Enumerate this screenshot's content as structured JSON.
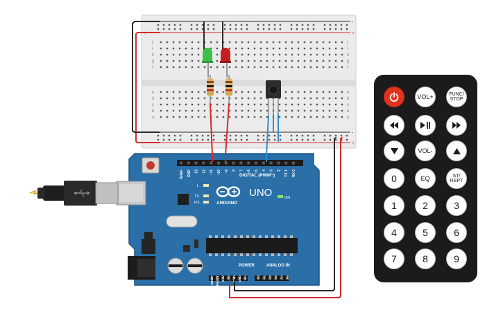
{
  "breadboard": {
    "rail_plus": "+",
    "rail_minus": "-",
    "row_letters_top": [
      "j",
      "i",
      "h",
      "g",
      "f"
    ],
    "row_letters_bottom": [
      "e",
      "d",
      "c",
      "b",
      "a"
    ],
    "column_count": 30
  },
  "arduino": {
    "model_label": "UNO",
    "brand_label": "ARDUINO",
    "digital_label": "DIGITAL (PWM~)",
    "power_label": "POWER",
    "analog_label": "ANALOG IN",
    "on_label": "ON",
    "led_labels": [
      "L",
      "TX",
      "RX"
    ],
    "digital_pins": [
      "AREF",
      "GND",
      "13",
      "12",
      "~11",
      "~10",
      "~9",
      "8",
      "7",
      "~6",
      "~5",
      "4",
      "~3",
      "2",
      "TX 1",
      "RX 0"
    ],
    "power_pins": [
      "IOREF",
      "RESET",
      "3.3V",
      "5V",
      "GND",
      "GND",
      "Vin"
    ],
    "analog_pins": [
      "A0",
      "A1",
      "A2",
      "A3",
      "A4",
      "A5"
    ]
  },
  "remote": {
    "buttons": [
      {
        "id": "power",
        "kind": "icon",
        "icon": "power-icon"
      },
      {
        "id": "vol-up",
        "kind": "text",
        "label": "VOL+"
      },
      {
        "id": "func-stop",
        "kind": "text2",
        "label": "FUNC/",
        "label2": "STOP"
      },
      {
        "id": "prev",
        "kind": "icon",
        "icon": "rewind-icon"
      },
      {
        "id": "play-pause",
        "kind": "icon",
        "icon": "play-pause-icon"
      },
      {
        "id": "next",
        "kind": "icon",
        "icon": "fast-forward-icon"
      },
      {
        "id": "down",
        "kind": "icon",
        "icon": "triangle-down-icon"
      },
      {
        "id": "vol-down",
        "kind": "text",
        "label": "VOL-"
      },
      {
        "id": "up",
        "kind": "icon",
        "icon": "triangle-up-icon"
      },
      {
        "id": "num-0",
        "kind": "num",
        "label": "0"
      },
      {
        "id": "eq",
        "kind": "text",
        "label": "EQ"
      },
      {
        "id": "st-rept",
        "kind": "text2",
        "label": "ST/",
        "label2": "REPT"
      },
      {
        "id": "num-1",
        "kind": "num",
        "label": "1"
      },
      {
        "id": "num-2",
        "kind": "num",
        "label": "2"
      },
      {
        "id": "num-3",
        "kind": "num",
        "label": "3"
      },
      {
        "id": "num-4",
        "kind": "num",
        "label": "4"
      },
      {
        "id": "num-5",
        "kind": "num",
        "label": "5"
      },
      {
        "id": "num-6",
        "kind": "num",
        "label": "6"
      },
      {
        "id": "num-7",
        "kind": "num",
        "label": "7"
      },
      {
        "id": "num-8",
        "kind": "num",
        "label": "8"
      },
      {
        "id": "num-9",
        "kind": "num",
        "label": "9"
      }
    ]
  },
  "colors": {
    "board_blue": "#2a6fa8",
    "wire_red": "#d22b2b",
    "wire_black": "#2a2a2a",
    "wire_blue": "#2f8fd0",
    "led_green": "#3cc04a",
    "led_red": "#c21f1f",
    "remote_body": "#1b1b1b",
    "power_button": "#e0331e"
  }
}
